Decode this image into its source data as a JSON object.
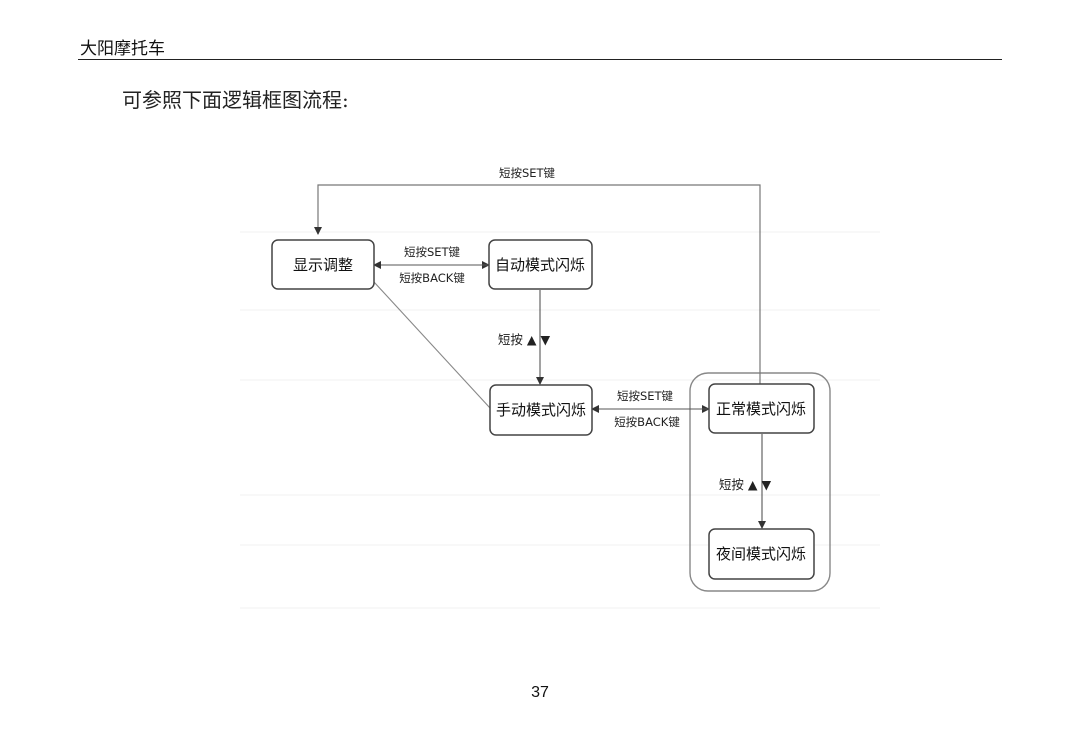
{
  "header": {
    "title": "大阳摩托车"
  },
  "intro_text": "可参照下面逻辑框图流程:",
  "diagram": {
    "nodes": {
      "display_adjust": "显示调整",
      "auto_mode": "自动模式闪烁",
      "manual_mode": "手动模式闪烁",
      "normal_mode": "正常模式闪烁",
      "night_mode": "夜间模式闪烁"
    },
    "edge_labels": {
      "top_loop": "短按SET键",
      "display_to_auto": "短按SET键",
      "auto_to_display": "短按BACK键",
      "auto_manual": "短按 ▲ ▼",
      "manual_to_normal": "短按SET键",
      "normal_to_manual": "短按BACK键",
      "normal_night": "短按 ▲ ▼"
    }
  },
  "page_number": "37"
}
